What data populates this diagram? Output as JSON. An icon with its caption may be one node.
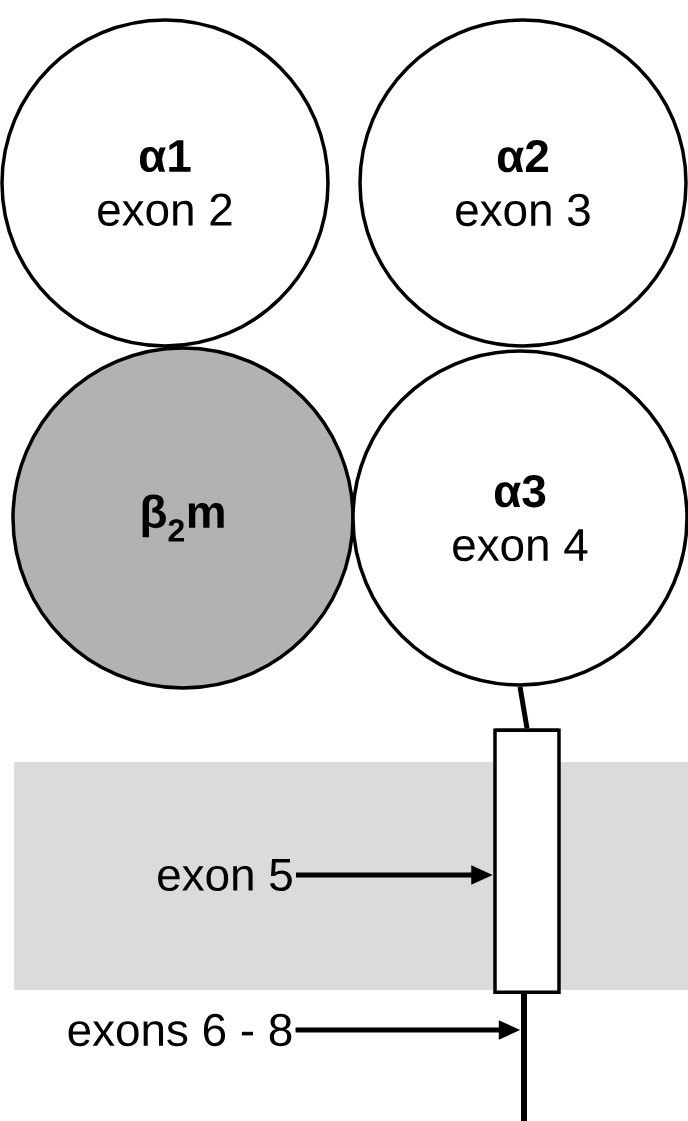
{
  "diagram": {
    "nodes": [
      {
        "text": [
          "α1",
          "exon 2"
        ]
      },
      {
        "text": [
          "α2",
          "exon 3"
        ]
      },
      {
        "text": [
          "β$_{2}$m"
        ]
      },
      {
        "text": [
          "α3",
          "exon 4"
        ]
      },
      {
        "text": [],
        "shape": "cylinder"
      },
      {
        "text": [
          "exon 5"
        ]
      },
      {
        "text": [
          "exons 6 - 8"
        ]
      },
      {
        "text": [],
        "shape": "bar"
      }
    ],
    "edges": [
      {
        "from": 3,
        "to": 4,
        "arrow": "none"
      },
      {
        "from": 5,
        "to": 4,
        "arrow": "to"
      },
      {
        "from": 6,
        "to": 7,
        "arrow": "to"
      }
    ]
  }
}
